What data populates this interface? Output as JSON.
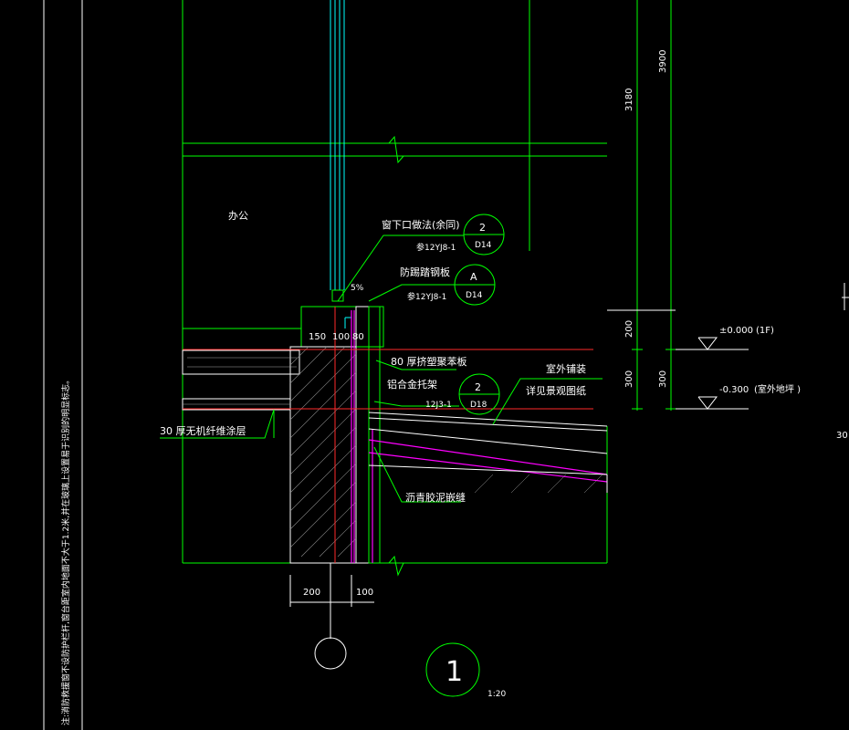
{
  "drawing": {
    "room_label": "办公",
    "callouts": [
      {
        "text": "窗下口做法(余同)",
        "ref": "参12YJ8-1",
        "circle_top": "2",
        "circle_bottom": "D14"
      },
      {
        "text": "防踢踏钢板",
        "ref": "参12YJ8-1",
        "circle_top": "A",
        "circle_bottom": "D14"
      },
      {
        "text": "80 厚挤塑聚苯板",
        "ref": "",
        "circle_top": "",
        "circle_bottom": ""
      },
      {
        "text": "铝合金托架",
        "ref": "12J3-1",
        "circle_top": "2",
        "circle_bottom": "D18"
      }
    ],
    "slope_label": "5%",
    "left_note": "30 厚无机纤维涂层",
    "outdoor_label_1": "室外铺装",
    "outdoor_label_2": "详见景观图纸",
    "asphalt_label": "沥青胶泥嵌缝",
    "wall_dims": [
      "150",
      "100",
      "80"
    ],
    "bottom_dims": [
      "200",
      "100"
    ],
    "vertical_dims": [
      "3180",
      "3900",
      "200",
      "300",
      "300"
    ],
    "elevations": [
      {
        "value": "±0.000",
        "note": "(1F)"
      },
      {
        "value": "-0.300",
        "note": "(室外地坪 )"
      }
    ],
    "edge_marks": [
      "30"
    ],
    "detail_number": "1",
    "detail_scale": "1:20",
    "side_note": "注:消防救援窗不设防护栏杆,窗台距室内地面不大于1.2米,并在玻璃上设置易于识别的明显标志。"
  },
  "colors": {
    "outline": "#00ff00",
    "text": "#ffffff",
    "guide": "#ff2a2a",
    "membrane": "#ff00ff",
    "glass": "#00ffff"
  }
}
